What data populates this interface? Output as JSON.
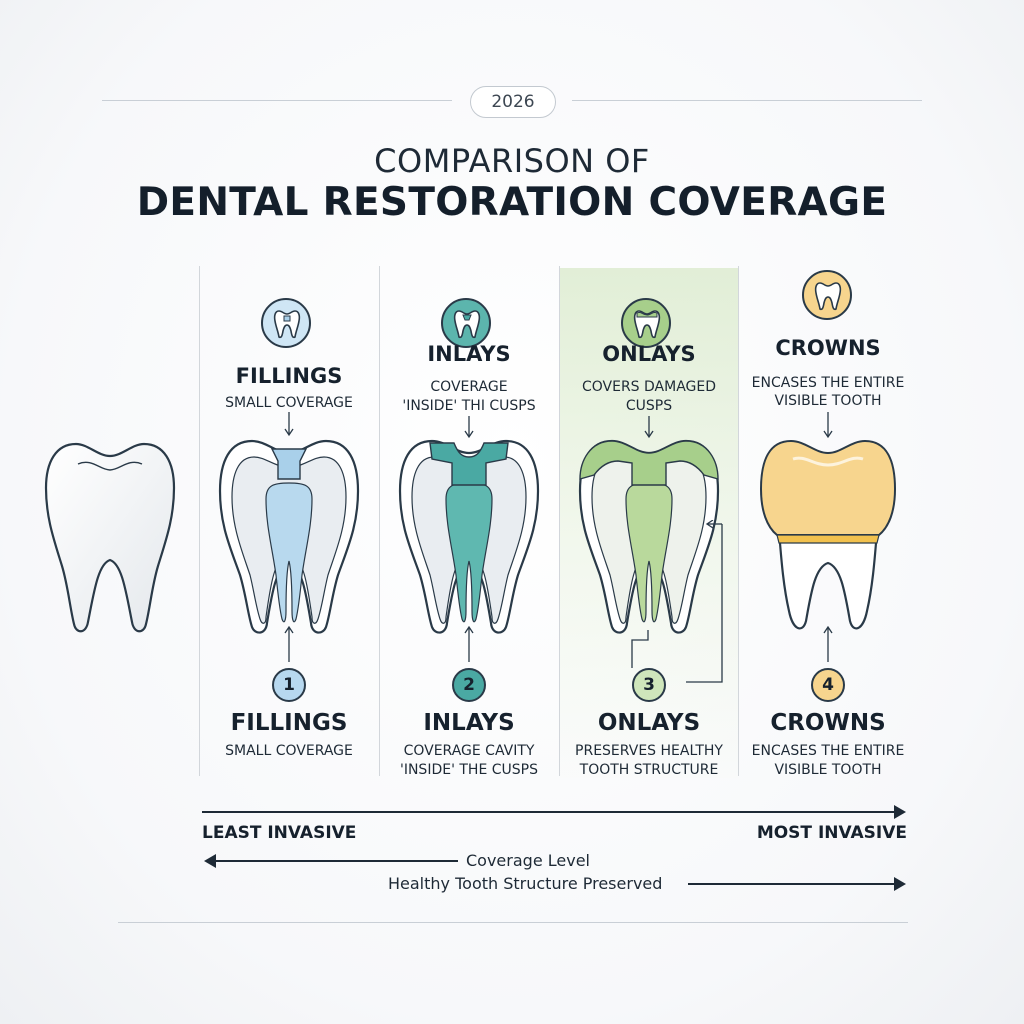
{
  "header": {
    "year": "2026",
    "title_line1": "COMPARISON OF",
    "title_line2": "DENTAL RESTORATION COVERAGE"
  },
  "columns": [
    {
      "top_label": "FILLINGS",
      "top_description": [
        "SMALL COVERAGE"
      ],
      "number": "1",
      "bottom_label": "FILLINGS",
      "bottom_description": [
        "SMALL COVERAGE"
      ],
      "color": "#a9d0ea",
      "fill_color": "#b8d9ee",
      "icon": "tooth-filling-icon"
    },
    {
      "top_label": "INLAYS",
      "top_description": [
        "COVERAGE",
        "'INSIDE' THI CUSPS"
      ],
      "number": "2",
      "bottom_label": "INLAYS",
      "bottom_description": [
        "COVERAGE CAVITY",
        "'INSIDE' THE CUSPS"
      ],
      "color": "#4aa9a3",
      "fill_color": "#5fb8b0",
      "icon": "tooth-inlay-icon"
    },
    {
      "top_label": "ONLAYS",
      "top_description": [
        "COVERS DAMAGED",
        "CUSPS"
      ],
      "number": "3",
      "bottom_label": "ONLAYS",
      "bottom_description": [
        "PRESERVES HEALTHY",
        "TOOTH STRUCTURE"
      ],
      "color": "#a7cf8b",
      "fill_color": "#b9d99c",
      "icon": "tooth-onlay-icon"
    },
    {
      "top_label": "CROWNS",
      "top_description": [
        "ENCASES THE ENTIRE",
        "VISIBLE TOOTH"
      ],
      "number": "4",
      "bottom_label": "CROWNS",
      "bottom_description": [
        "ENCASES THE ENTIRE",
        "VISIBLE TOOTH"
      ],
      "color": "#f2c14e",
      "fill_color": "#f7d58e",
      "icon": "tooth-crown-icon"
    }
  ],
  "scale": {
    "left_label": "LEAST INVASIVE",
    "right_label": "MOST INVASIVE",
    "coverage_label": "Coverage Level",
    "preserved_label": "Healthy Tooth Structure Preserved"
  },
  "colors": {
    "outline": "#2a3a48",
    "divider": "#d2d6db",
    "onlay_highlight": "#e3efd8"
  }
}
